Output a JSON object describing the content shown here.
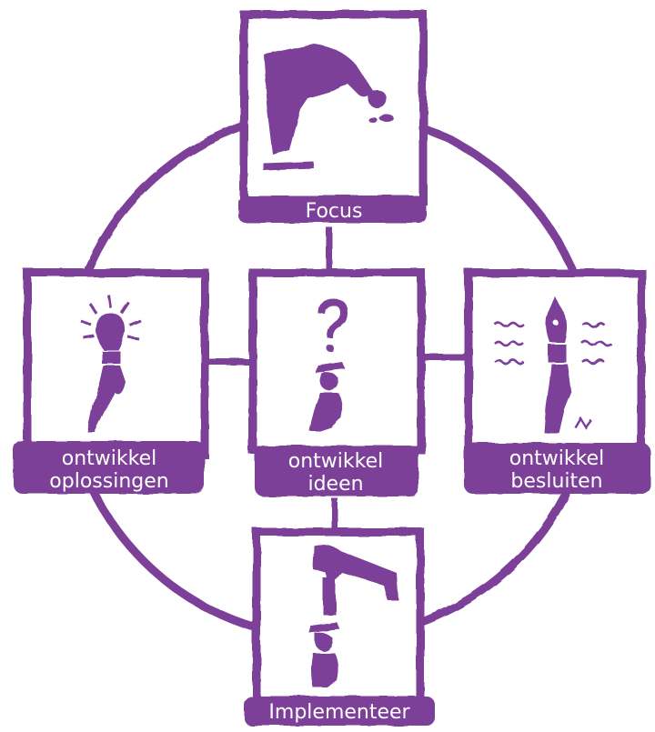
{
  "accent_color": "#7b3f98",
  "nodes": {
    "focus": {
      "label_lines": [
        "Focus"
      ],
      "icon": "person-bending-icon"
    },
    "solutions": {
      "label_lines": [
        "ontwikkel",
        "oplossingen"
      ],
      "icon": "lightbulb-person-icon"
    },
    "ideas": {
      "label_lines": [
        "ontwikkel",
        "ideen"
      ],
      "icon": "question-person-icon"
    },
    "decisions": {
      "label_lines": [
        "ontwikkel",
        "besluiten"
      ],
      "icon": "pen-nib-person-icon"
    },
    "implement": {
      "label_lines": [
        "Implementeer"
      ],
      "icon": "hammer-person-icon"
    }
  }
}
